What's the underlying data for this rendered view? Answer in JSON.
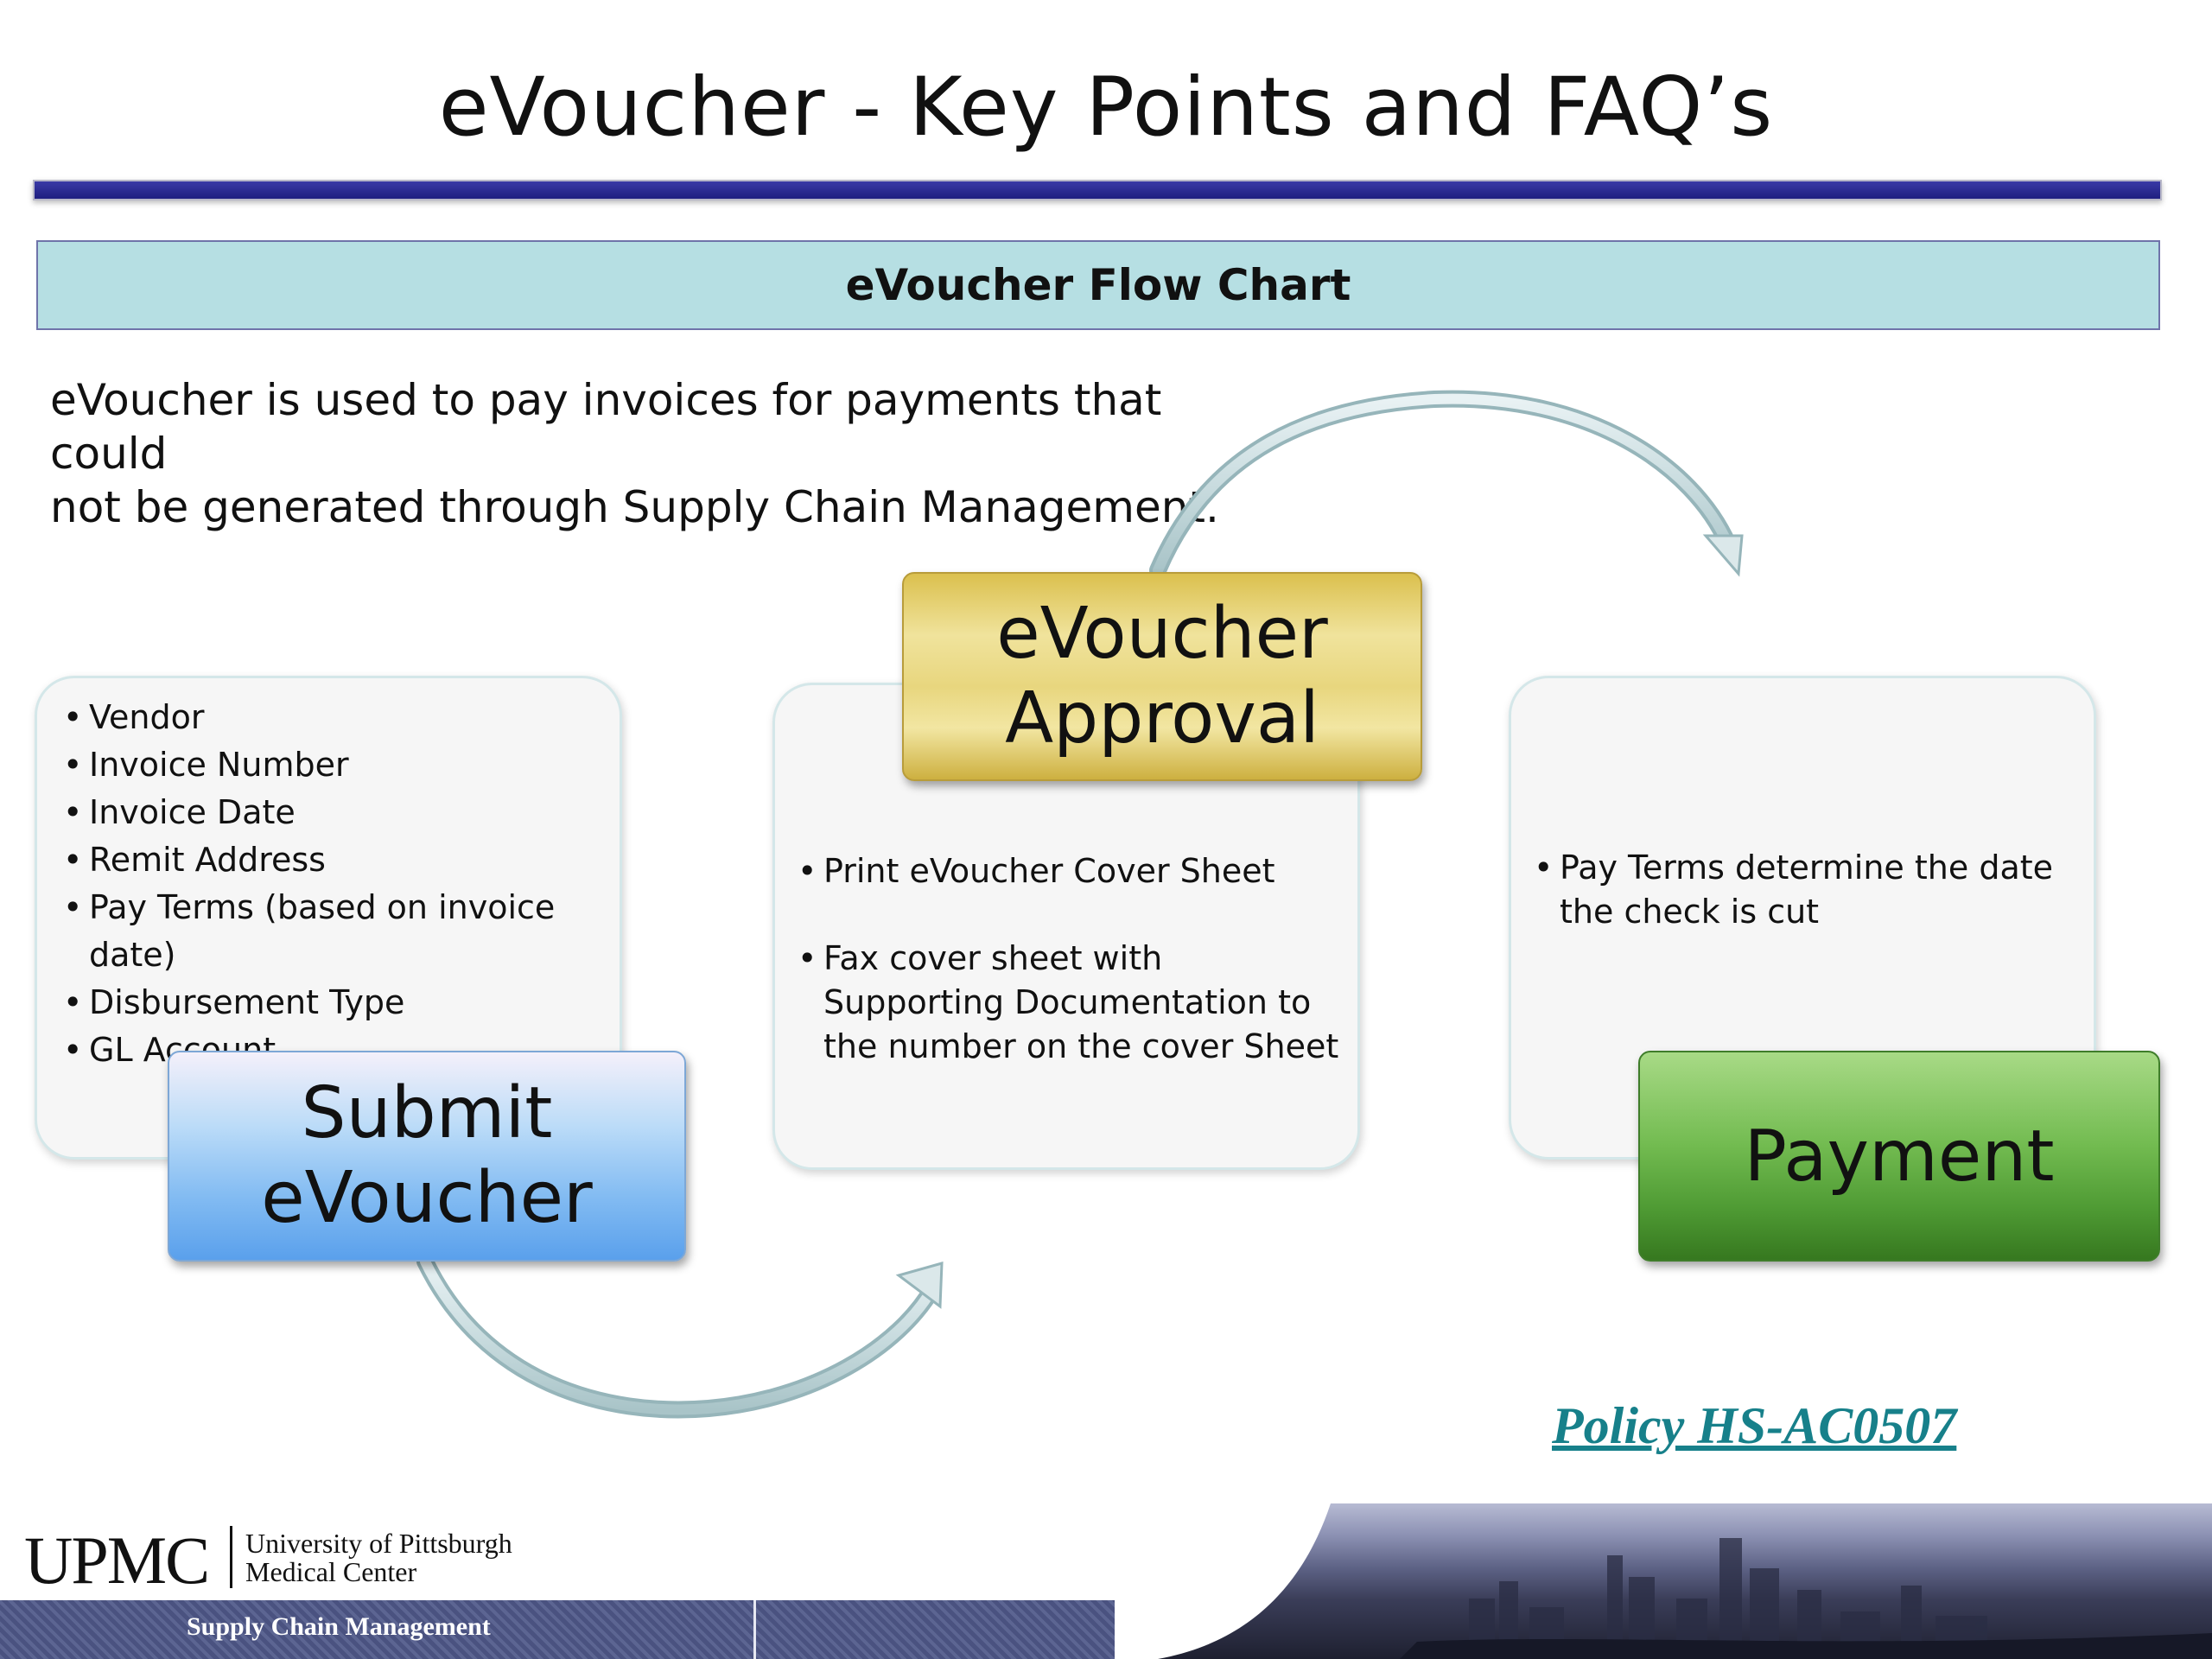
{
  "slide": {
    "title": "eVoucher - Key Points and FAQ’s",
    "header_bar": "eVoucher Flow Chart",
    "intro_lines": [
      "eVoucher is used to pay invoices for payments that could",
      "not be generated through Supply Chain Management."
    ]
  },
  "stages": {
    "submit": {
      "lines": [
        "Submit",
        "eVoucher"
      ],
      "items": [
        "Vendor",
        "Invoice Number",
        "Invoice Date",
        "Remit Address",
        "Pay Terms  (based on invoice date)",
        "Disbursement Type",
        "GL Account"
      ]
    },
    "approval": {
      "lines": [
        "eVoucher",
        "Approval"
      ],
      "items": [
        "Print eVoucher Cover Sheet",
        "Fax cover sheet with Supporting Documentation to the number on the cover Sheet"
      ]
    },
    "payment": {
      "label": "Payment",
      "items": [
        "Pay Terms determine the date the check is cut"
      ]
    }
  },
  "policy_link": "Policy HS-AC0507",
  "footer": {
    "logo": "UPMC",
    "logo_sub": [
      "University of Pittsburgh",
      "Medical Center"
    ],
    "department": "Supply Chain Management"
  },
  "colors": {
    "rule": "#1f1f80",
    "header_bar": "#b6dfe3",
    "submit": "#82bbf2",
    "approval": "#e8d67e",
    "payment": "#4f9b34",
    "link": "#17808a"
  }
}
